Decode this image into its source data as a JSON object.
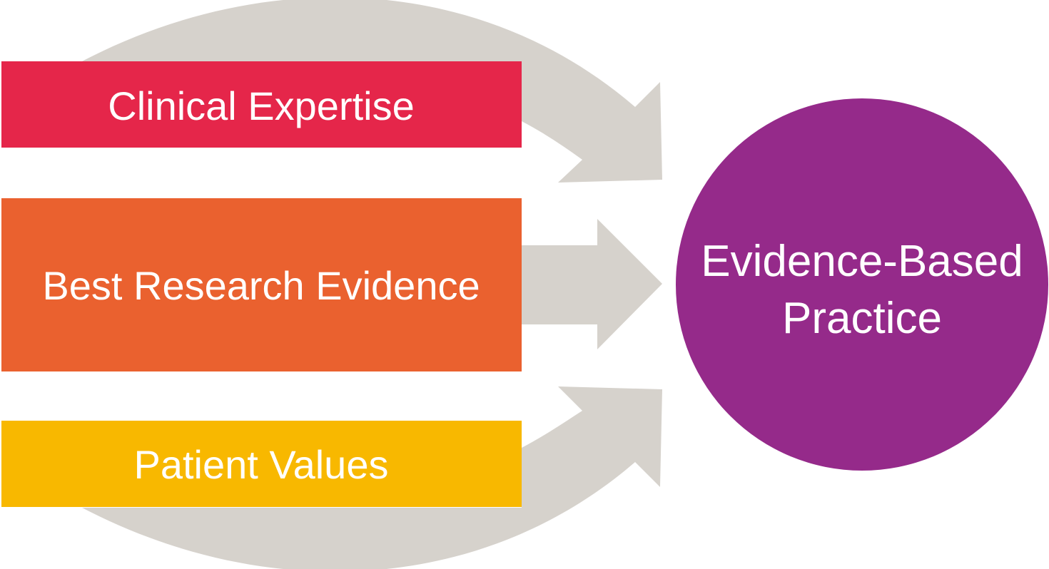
{
  "inputs": [
    {
      "label": "Clinical Expertise",
      "color": "#E5264A"
    },
    {
      "label": "Best Research Evidence",
      "color": "#EA612F"
    },
    {
      "label": "Patient Values",
      "color": "#F8B800"
    }
  ],
  "outcome": {
    "line1": "Evidence-Based",
    "line2": "Practice",
    "color": "#952A8A"
  },
  "arrow_color": "#D6D2CC"
}
